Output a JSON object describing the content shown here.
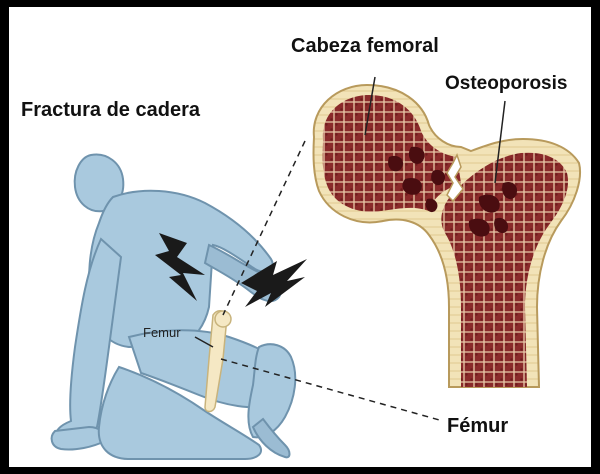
{
  "labels": {
    "fractura": "Fractura de cadera",
    "cabeza_femoral": "Cabeza femoral",
    "osteoporosis": "Osteoporosis",
    "femur_small": "Femur",
    "femur_large": "Fémur"
  },
  "colors": {
    "figure_fill": "#a9c9de",
    "figure_stroke": "#6f93ad",
    "bone_cortex": "#f5e8c4",
    "bone_marrow": "#8a2a2a",
    "bone_holes": "#4a0d10",
    "lightning": "#1a1a1a",
    "frame": "#000000"
  },
  "icons": {
    "pain": "lightning-bolt-icon"
  }
}
